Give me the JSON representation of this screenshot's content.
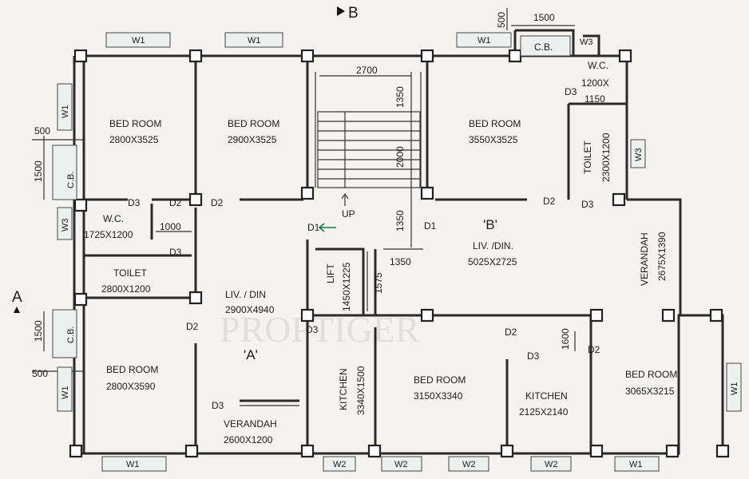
{
  "watermark": "PROPTIGER",
  "section_marks": {
    "a": "A",
    "b": "B"
  },
  "flats": {
    "a": "'A'",
    "b": "'B'"
  },
  "rooms": {
    "bed1": {
      "name": "BED ROOM",
      "size": "2800X3525"
    },
    "bed2": {
      "name": "BED ROOM",
      "size": "2900X3525"
    },
    "bed3": {
      "name": "BED ROOM",
      "size": "3550X3525"
    },
    "bed4": {
      "name": "BED ROOM",
      "size": "2800X3590"
    },
    "bed5": {
      "name": "BED ROOM",
      "size": "3150X3340"
    },
    "bed6": {
      "name": "BED ROOM",
      "size": "3065X3215"
    },
    "wc1": {
      "name": "W.C.",
      "size": "1725X1200"
    },
    "wc2": {
      "name": "W.C.",
      "size": "1200X",
      "size2": "1150"
    },
    "toilet1": {
      "name": "TOILET",
      "size": "2800X1200"
    },
    "toilet2": {
      "name": "TOILET",
      "size": "2300X1200"
    },
    "liv_a": {
      "name": "LIV. / DIN",
      "size": "2900X4940"
    },
    "liv_b": {
      "name": "LIV. /DIN.",
      "size": "5025X2725"
    },
    "verandah1": {
      "name": "VERANDAH",
      "size": "2600X1200"
    },
    "verandah2": {
      "name": "VERANDAH",
      "size": "2675X1390"
    },
    "kitchen1": {
      "name": "KITCHEN",
      "size": "3340X1500"
    },
    "kitchen2": {
      "name": "KITCHEN",
      "size": "2125X2140"
    },
    "lift": {
      "name": "LIFT",
      "size": "1450X1225"
    }
  },
  "stair_up": "UP",
  "cupboard": "C.B.",
  "doors": {
    "d1": "D1",
    "d2": "D2",
    "d3": "D3"
  },
  "windows": {
    "w1": "W1",
    "w2": "W2",
    "w3": "W3"
  },
  "dims": {
    "d500": "500",
    "d1500": "1500",
    "d2700": "2700",
    "d1350": "1350",
    "d2000": "2000",
    "d1000": "1000",
    "d1575": "1575",
    "d1600": "1600"
  },
  "colors": {
    "ink": "#1c1c1c",
    "paper": "#f4f3f0",
    "arrow": "#1a7a3a"
  }
}
